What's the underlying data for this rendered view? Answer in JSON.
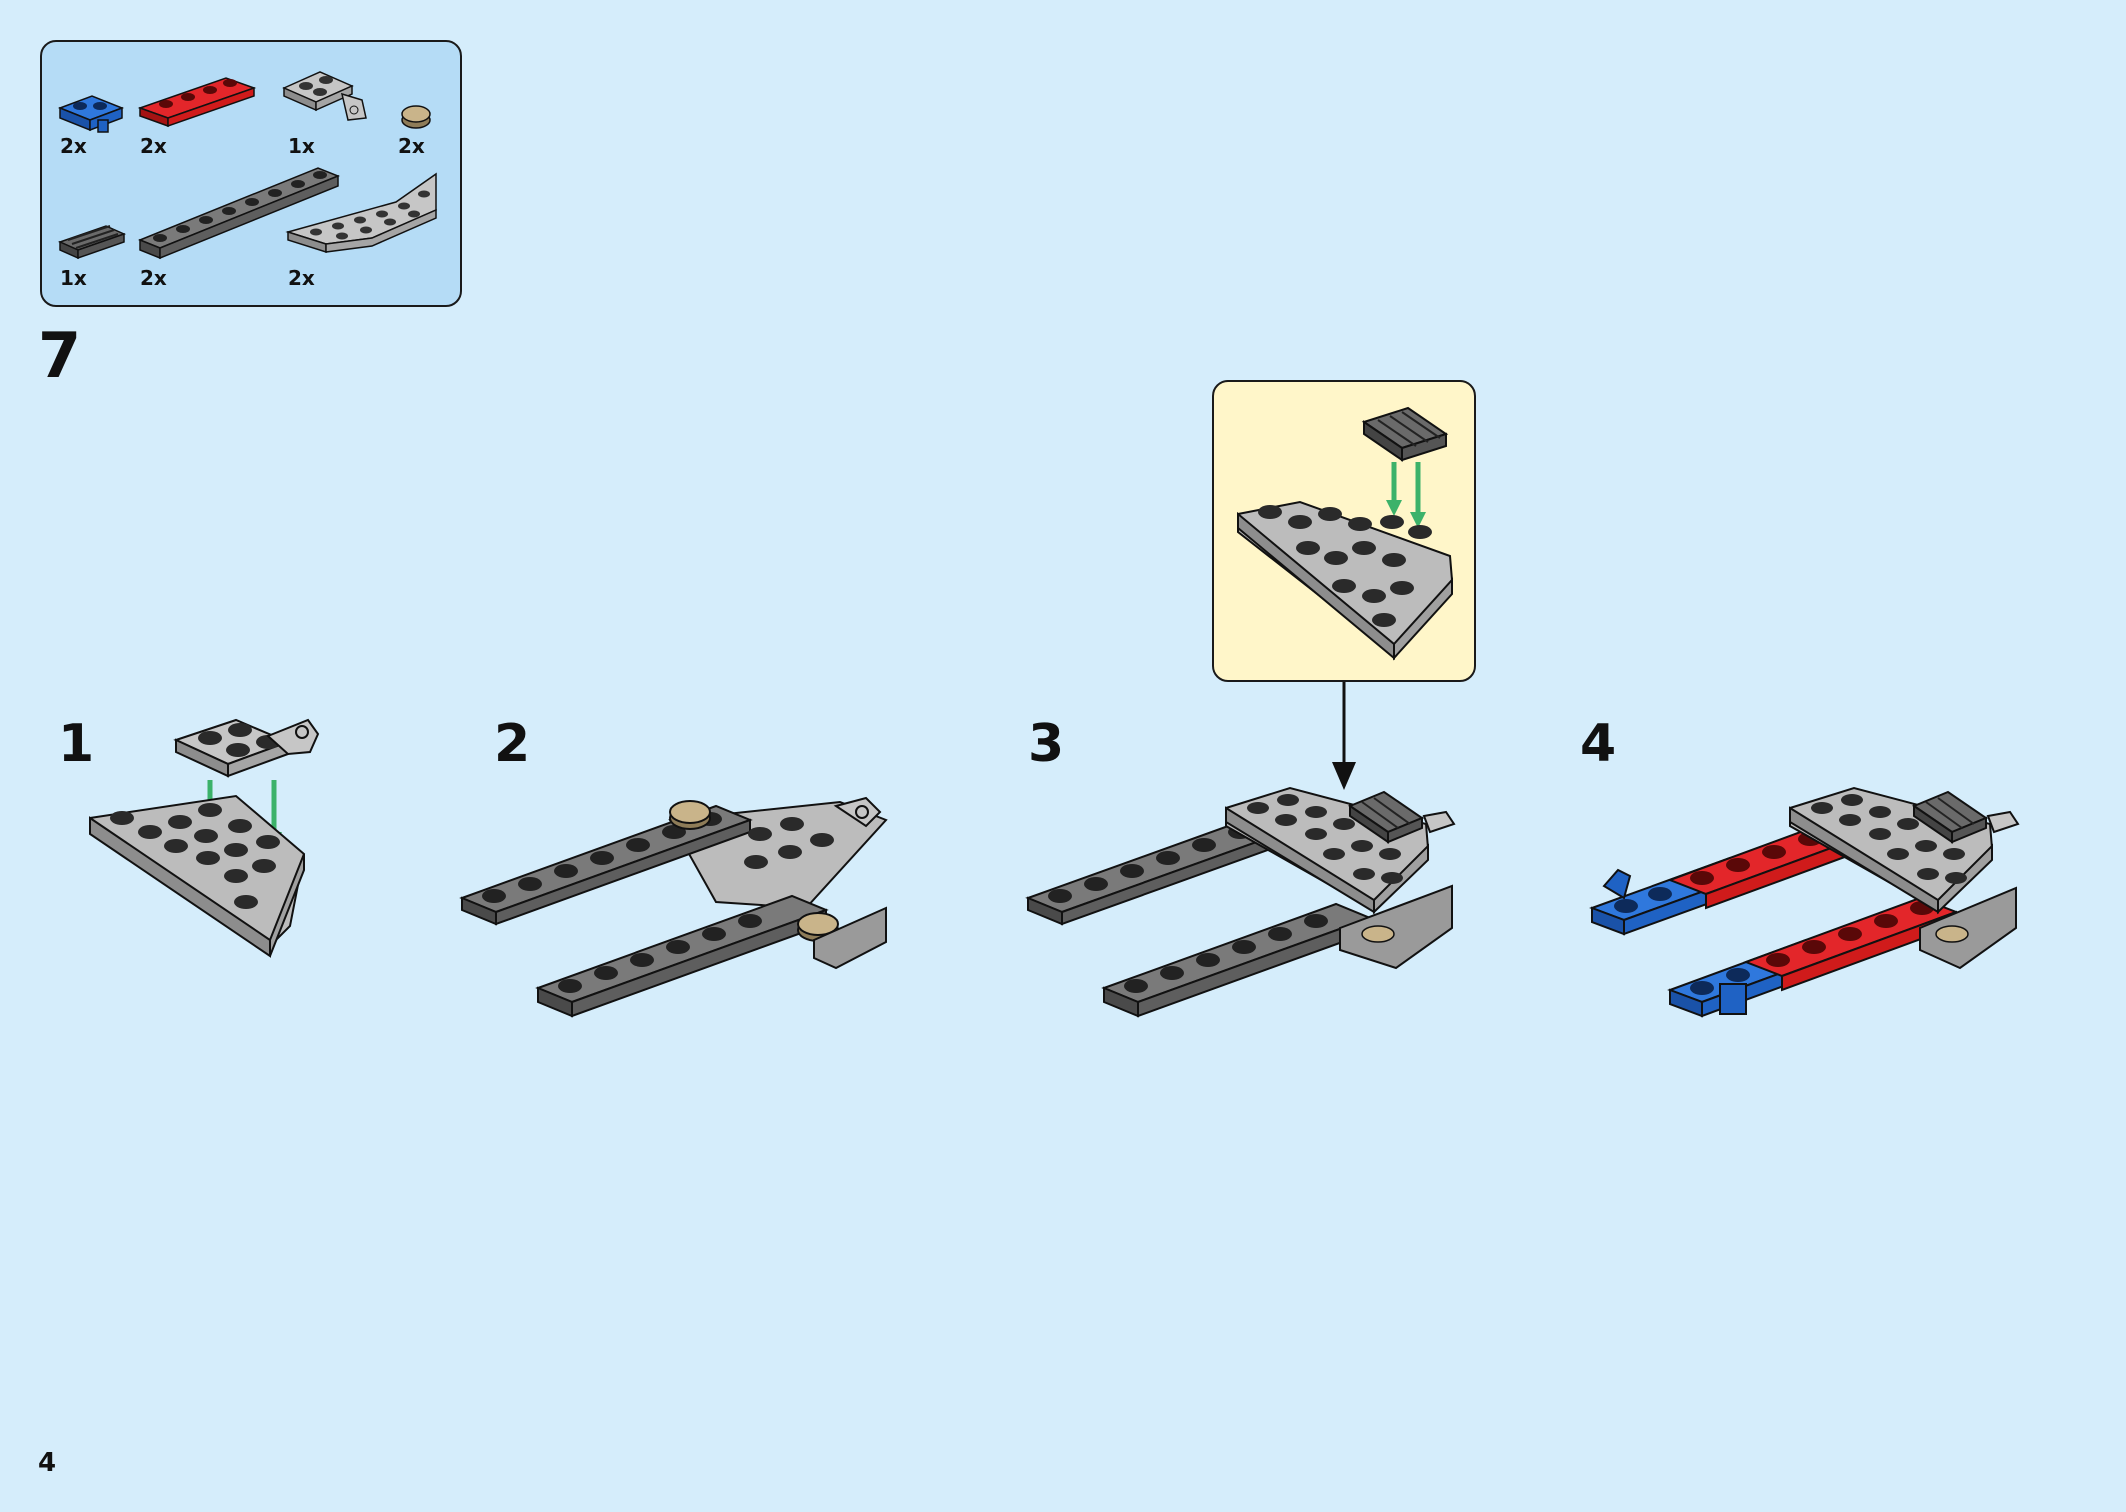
{
  "parts_list": [
    {
      "name": "blue-plate-clip",
      "qty": "2x"
    },
    {
      "name": "red-plate-1x4",
      "qty": "2x"
    },
    {
      "name": "grey-plate-clip",
      "qty": "1x"
    },
    {
      "name": "tan-round-tile",
      "qty": "2x"
    },
    {
      "name": "dark-grey-grille-tile",
      "qty": "1x"
    },
    {
      "name": "dark-grey-plate-1x8",
      "qty": "2x"
    },
    {
      "name": "grey-wedge-plate",
      "qty": "2x"
    }
  ],
  "main_step": "7",
  "sub_steps": [
    "1",
    "2",
    "3",
    "4"
  ],
  "page_number": "4",
  "colors": {
    "background": "#d5edfb",
    "parts_box": "#b5dcf6",
    "callout": "#fff6c9",
    "light_grey": "#b3b3b3",
    "dark_grey": "#6f6f6f",
    "red": "#d01b1b",
    "blue": "#1f62c4",
    "tan": "#b8a47e",
    "arrow_green": "#3cb26a"
  }
}
